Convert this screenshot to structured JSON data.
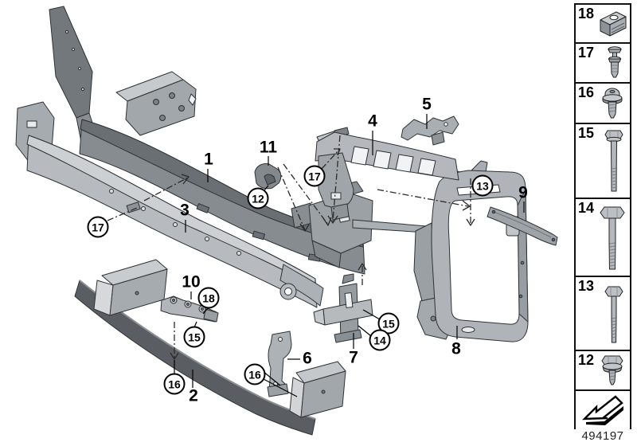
{
  "footer": {
    "diagram_code": "494197"
  },
  "sidebar": {
    "items": [
      {
        "number": "18",
        "icon": "cage-nut-icon"
      },
      {
        "number": "17",
        "icon": "expansion-rivet-icon"
      },
      {
        "number": "16",
        "icon": "washer-screw-icon"
      },
      {
        "number": "15",
        "icon": "long-hex-bolt-icon"
      },
      {
        "number": "14",
        "icon": "hex-bolt-icon"
      },
      {
        "number": "13",
        "icon": "small-hex-bolt-icon"
      },
      {
        "number": "12",
        "icon": "flange-hex-bolt-icon"
      },
      {
        "number": "",
        "icon": "direction-of-travel-arrow-icon"
      }
    ]
  },
  "diagram": {
    "part_labels": [
      {
        "id": "1"
      },
      {
        "id": "2"
      },
      {
        "id": "3"
      },
      {
        "id": "4"
      },
      {
        "id": "5"
      },
      {
        "id": "6"
      },
      {
        "id": "7"
      },
      {
        "id": "8"
      },
      {
        "id": "9"
      },
      {
        "id": "10"
      },
      {
        "id": "11"
      }
    ],
    "fastener_callouts": [
      {
        "id": "17"
      },
      {
        "id": "12"
      },
      {
        "id": "17"
      },
      {
        "id": "13"
      },
      {
        "id": "18"
      },
      {
        "id": "15"
      },
      {
        "id": "16"
      },
      {
        "id": "16"
      },
      {
        "id": "15"
      },
      {
        "id": "14"
      }
    ],
    "colors": {
      "outline": "#2f3235",
      "light_gray": "#c9ccce",
      "mid_gray": "#a8acb0",
      "dark_gray": "#84888c",
      "band_dark": "#5a5e62"
    }
  }
}
